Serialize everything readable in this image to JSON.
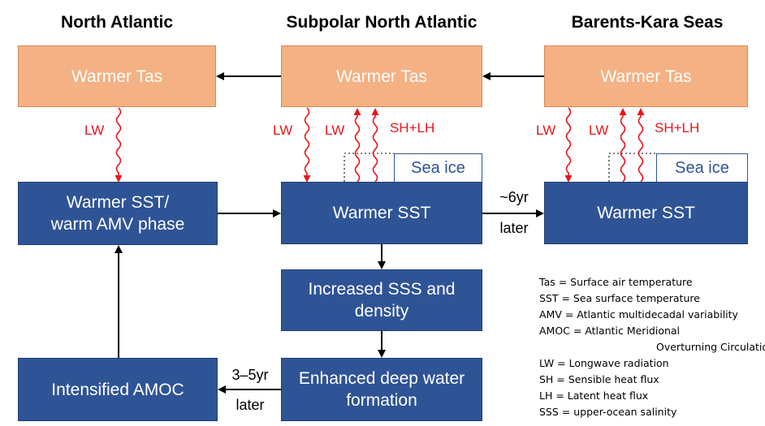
{
  "columns": {
    "north_atlantic": "North Atlantic",
    "subpolar": "Subpolar North Atlantic",
    "barents": "Barents-Kara Seas"
  },
  "boxes": {
    "na_tas": "Warmer Tas",
    "spna_tas": "Warmer Tas",
    "bks_tas": "Warmer Tas",
    "na_sst_line1": "Warmer SST/",
    "na_sst_line2": "warm AMV phase",
    "spna_sst": "Warmer SST",
    "bks_sst": "Warmer SST",
    "sss_line1": "Increased SSS and",
    "sss_line2": "density",
    "deep_line1": "Enhanced deep water",
    "deep_line2": "formation",
    "amoc": "Intensified AMOC",
    "spna_seaice": "Sea ice",
    "bks_seaice": "Sea ice"
  },
  "flux_labels": {
    "na_lw": "LW",
    "spna_lw1": "LW",
    "spna_lw2": "LW",
    "spna_shlh": "SH+LH",
    "bks_lw1": "LW",
    "bks_lw2": "LW",
    "bks_shlh": "SH+LH"
  },
  "lags": {
    "sst_lag_top": "~6yr",
    "sst_lag_bottom": "later",
    "amoc_lag_top": "3–5yr",
    "amoc_lag_bottom": "later"
  },
  "legend": [
    "Tas = Surface air temperature",
    "SST = Sea surface temperature",
    "AMV = Atlantic multidecadal variability",
    "AMOC = Atlantic Meridional",
    "Overturning Circulation",
    "LW = Longwave radiation",
    "SH = Sensible heat flux",
    "LH = Latent heat flux",
    "SSS = upper-ocean salinity"
  ],
  "colors": {
    "orange_box": "#f4b183",
    "blue_box": "#2f5496",
    "flux_arrow": "#e8161b"
  }
}
